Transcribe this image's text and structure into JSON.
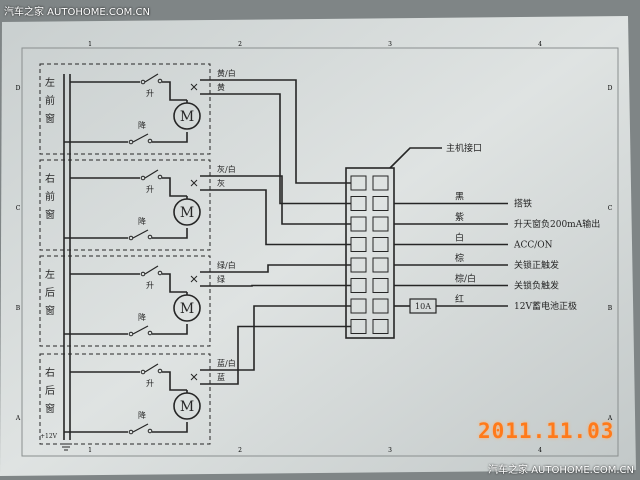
{
  "watermark_top": "汽车之家  AUTOHOME.COM.CN",
  "watermark_bottom": "汽车之家  AUTOHOME.COM.CN",
  "date_stamp": "2011.11.03",
  "grid": {
    "cols": [
      "1",
      "2",
      "3",
      "4"
    ],
    "rows": [
      "D",
      "C",
      "B",
      "A"
    ]
  },
  "connector_label": "主机接口",
  "windows": [
    {
      "name": "左前窗",
      "wire1": "黄/白",
      "wire2": "黄",
      "up": "升",
      "down": "降"
    },
    {
      "name": "右前窗",
      "wire1": "灰/白",
      "wire2": "灰",
      "up": "升",
      "down": "降"
    },
    {
      "name": "左后窗",
      "wire1": "绿/白",
      "wire2": "绿",
      "up": "升",
      "down": "降"
    },
    {
      "name": "右后窗",
      "wire1": "蓝/白",
      "wire2": "蓝",
      "up": "升",
      "down": "降"
    }
  ],
  "motor_symbol": "M",
  "outputs": [
    {
      "color": "黑",
      "func": "搭铁"
    },
    {
      "color": "紫",
      "func": "升天窗负200mA输出"
    },
    {
      "color": "白",
      "func": "ACC/ON"
    },
    {
      "color": "棕",
      "func": "关锁正触发"
    },
    {
      "color": "棕/白",
      "func": "关锁负触发"
    },
    {
      "color": "红",
      "func": "12V蓄电池正极"
    }
  ],
  "fuse_label": "10A",
  "supply_label": "+12V",
  "colors": {
    "paper": "#d9dddc",
    "ink": "#262626",
    "stamp": "#ff7a1a"
  }
}
